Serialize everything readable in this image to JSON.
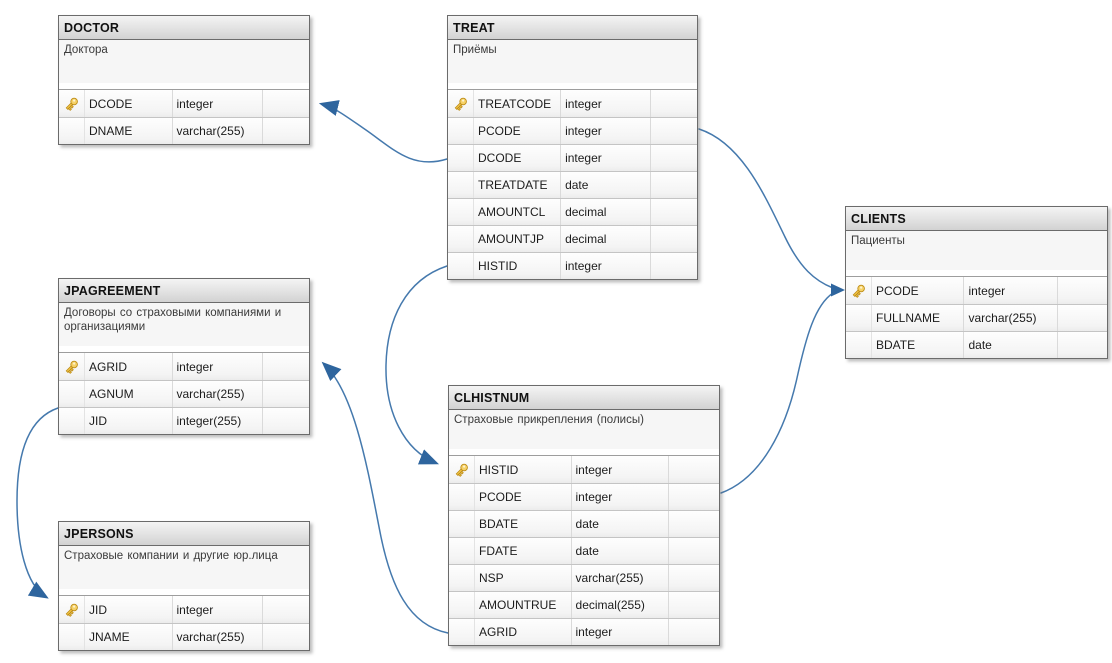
{
  "diagram": {
    "tables": [
      {
        "id": "doctor",
        "title": "DOCTOR",
        "description": "Доктора",
        "columns": [
          {
            "name": "DCODE",
            "type": "integer",
            "key": true
          },
          {
            "name": "DNAME",
            "type": "varchar(255)",
            "key": false
          }
        ]
      },
      {
        "id": "treat",
        "title": "TREAT",
        "description": "Приёмы",
        "columns": [
          {
            "name": "TREATCODE",
            "type": "integer",
            "key": true
          },
          {
            "name": "PCODE",
            "type": "integer",
            "key": false
          },
          {
            "name": "DCODE",
            "type": "integer",
            "key": false
          },
          {
            "name": "TREATDATE",
            "type": "date",
            "key": false
          },
          {
            "name": "AMOUNTCL",
            "type": "decimal",
            "key": false
          },
          {
            "name": "AMOUNTJP",
            "type": "decimal",
            "key": false
          },
          {
            "name": "HISTID",
            "type": "integer",
            "key": false
          }
        ]
      },
      {
        "id": "clients",
        "title": "CLIENTS",
        "description": "Пациенты",
        "columns": [
          {
            "name": "PCODE",
            "type": "integer",
            "key": true
          },
          {
            "name": "FULLNAME",
            "type": "varchar(255)",
            "key": false
          },
          {
            "name": "BDATE",
            "type": "date",
            "key": false
          }
        ]
      },
      {
        "id": "jpagreement",
        "title": "JPAGREEMENT",
        "description": "Договоры со страховыми компаниями и организациями",
        "columns": [
          {
            "name": "AGRID",
            "type": "integer",
            "key": true
          },
          {
            "name": "AGNUM",
            "type": "varchar(255)",
            "key": false
          },
          {
            "name": "JID",
            "type": "integer(255)",
            "key": false
          }
        ]
      },
      {
        "id": "clhistnum",
        "title": "CLHISTNUM",
        "description": "Страховые прикрепления (полисы)",
        "columns": [
          {
            "name": "HISTID",
            "type": "integer",
            "key": true
          },
          {
            "name": "PCODE",
            "type": "integer",
            "key": false
          },
          {
            "name": "BDATE",
            "type": "date",
            "key": false
          },
          {
            "name": "FDATE",
            "type": "date",
            "key": false
          },
          {
            "name": "NSP",
            "type": "varchar(255)",
            "key": false
          },
          {
            "name": "AMOUNTRUE",
            "type": "decimal(255)",
            "key": false
          },
          {
            "name": "AGRID",
            "type": "integer",
            "key": false
          }
        ]
      },
      {
        "id": "jpersons",
        "title": "JPERSONS",
        "description": "Страховые компании и другие юр.лица",
        "columns": [
          {
            "name": "JID",
            "type": "integer",
            "key": true
          },
          {
            "name": "JNAME",
            "type": "varchar(255)",
            "key": false
          }
        ]
      }
    ],
    "relations": [
      {
        "from": "TREAT.DCODE",
        "to": "DOCTOR.DCODE"
      },
      {
        "from": "TREAT.PCODE",
        "to": "CLIENTS.PCODE"
      },
      {
        "from": "CLHISTNUM.PCODE",
        "to": "CLIENTS.PCODE"
      },
      {
        "from": "TREAT.HISTID",
        "to": "CLHISTNUM.HISTID"
      },
      {
        "from": "CLHISTNUM.AGRID",
        "to": "JPAGREEMENT.AGRID"
      },
      {
        "from": "JPAGREEMENT.JID",
        "to": "JPERSONS.JID"
      }
    ],
    "colors": {
      "relation_line": "#4579ad",
      "relation_arrow": "#2e659e",
      "key_icon": "#f2c64a",
      "table_header_bg": "#dcdcdc"
    }
  }
}
